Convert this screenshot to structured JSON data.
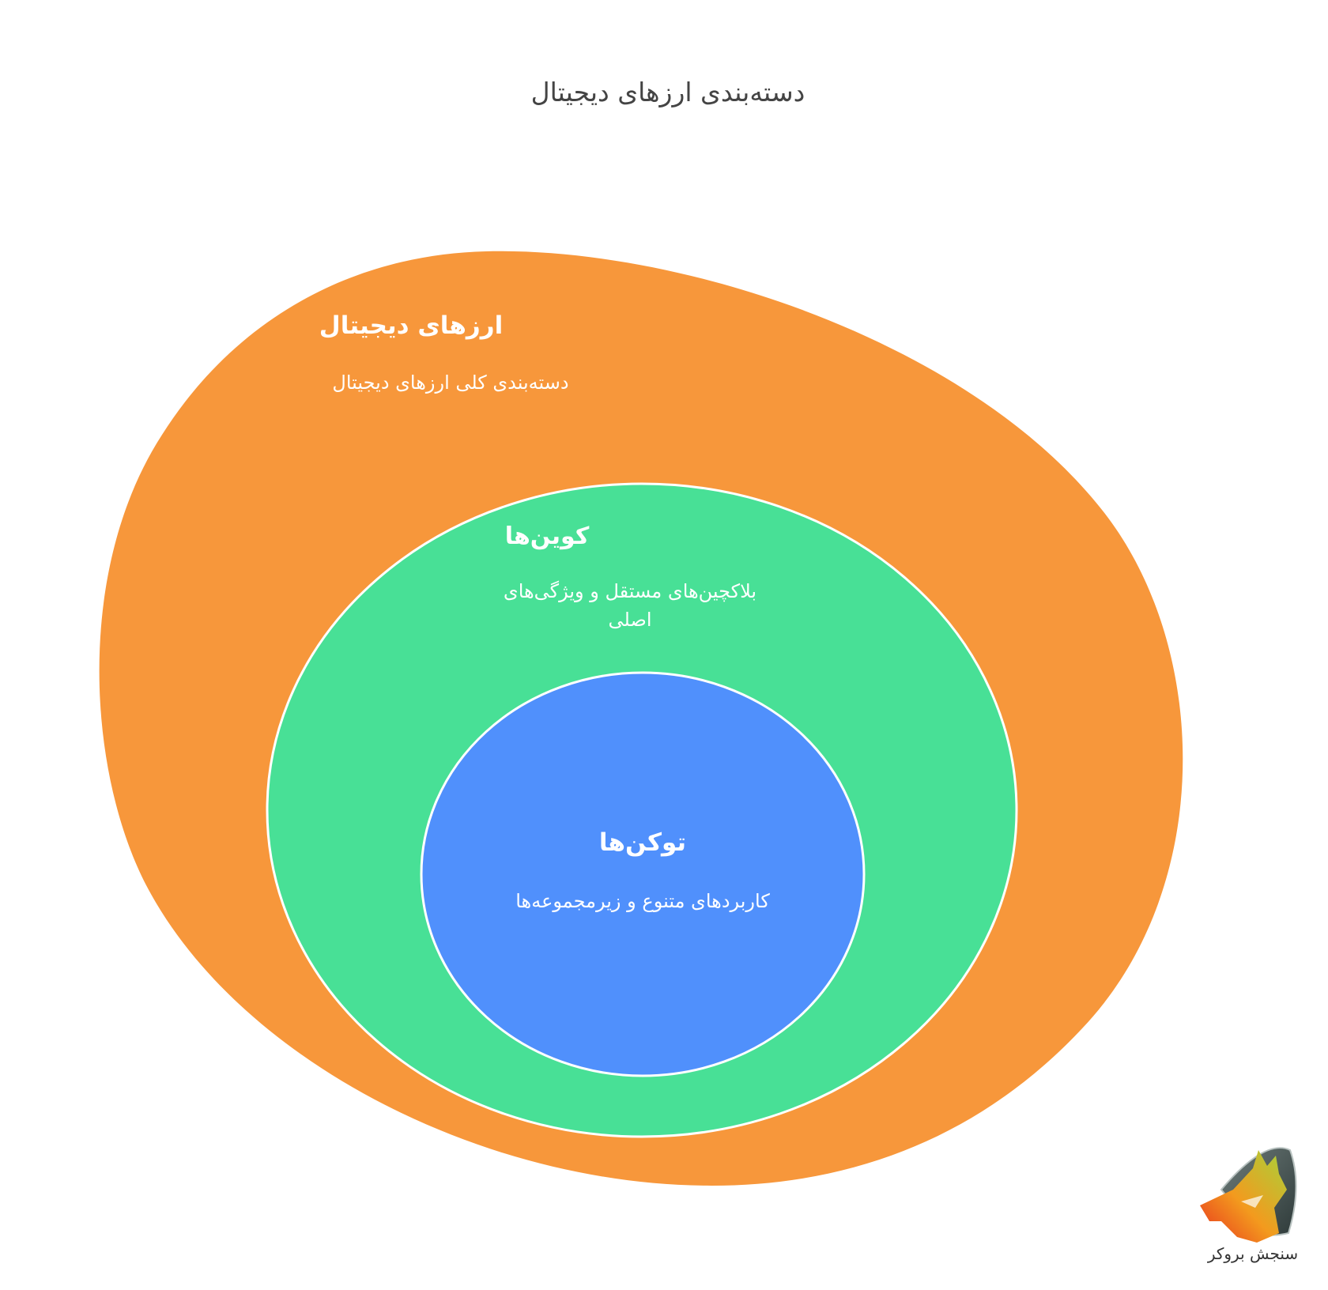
{
  "title": "دسته‌بندی ارزهای دیجیتال",
  "colors": {
    "outer": "#F7973B",
    "middle": "#48E096",
    "inner": "#5090FC",
    "border": "#ffffff",
    "title": "#444444"
  },
  "outer": {
    "label": "ارزهای دیجیتال",
    "description": "دسته‌بندی کلی ارزهای دیجیتال"
  },
  "middle": {
    "label": "کوین‌ها",
    "description_line1": "بلاکچین‌های مستقل و ویژگی‌های",
    "description_line2": "اصلی"
  },
  "inner": {
    "label": "توکن‌ها",
    "description": "کاربردهای متنوع و زیرمجموعه‌ها"
  },
  "logo": {
    "text": "سنجش بروکر",
    "icon": "fox-shield-icon"
  }
}
